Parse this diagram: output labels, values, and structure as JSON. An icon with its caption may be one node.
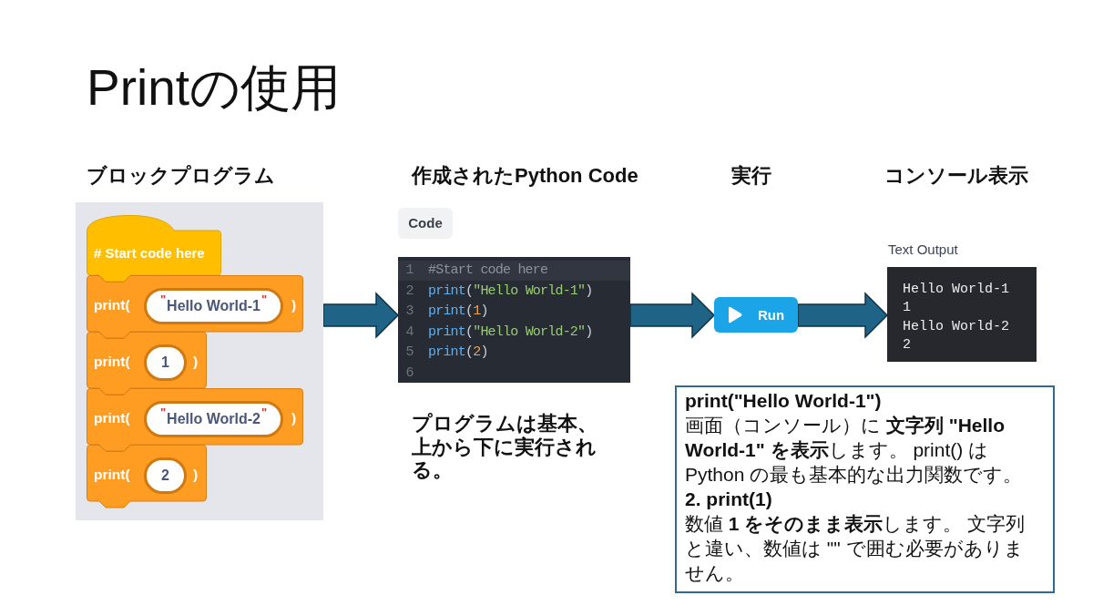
{
  "diagram": {
    "title": "Printの使用",
    "nodes": [
      {
        "text": [],
        "shape": "box"
      },
      {
        "text": [
          "# Start code here"
        ],
        "in": 0
      },
      {
        "text": [
          "print(",
          ")"
        ],
        "in": 0
      },
      {
        "text": [
          "$^{\"}$Hello World-1$^{\"}$"
        ],
        "in": 2
      },
      {
        "text": [
          "print(",
          ")"
        ],
        "in": 0
      },
      {
        "text": [
          "1"
        ],
        "in": 4
      },
      {
        "text": [
          "print(",
          ")"
        ],
        "in": 0
      },
      {
        "text": [
          "$^{\"}$Hello World-2$^{\"}$"
        ],
        "in": 6
      },
      {
        "text": [
          "print(",
          ")"
        ],
        "in": 0
      },
      {
        "text": [
          "2"
        ],
        "in": 8
      },
      {
        "text": [
          "Code"
        ]
      },
      {
        "text": [
          "1",
          "#Start code here",
          "2",
          "print(\"Hello World-1\")",
          "3",
          "print(1)",
          "4",
          "print(\"Hello World-2\")",
          "5",
          "print(2)",
          "6"
        ]
      },
      {
        "text": [
          "Run"
        ]
      },
      {
        "text": [
          "Text Output",
          "Hello World-1",
          "1",
          "Hello World-2",
          "2"
        ]
      },
      {
        "text": [
          "print(\"Hello World-1\")",
          "画面（コンソール）に **文字列 \"Hello World-1\" を表示**します。 print() は Python の最も基本的な出力関数です。",
          "2. print(1)",
          "数値 **1 をそのまま表示**します。 文字列と違い、数値は \"\" で囲む必要がありません。"
        ]
      }
    ],
    "edges": [
      {
        "from": 0,
        "to": 11,
        "arrow": "to"
      },
      {
        "from": 11,
        "to": 12,
        "arrow": "to"
      },
      {
        "from": 12,
        "to": 13,
        "arrow": "to"
      }
    ],
    "labels": [
      "ブロックプログラム",
      "作成されたPython Code",
      "実行",
      "コンソール表示",
      "プログラムは基本、上から下に実行される。"
    ]
  }
}
